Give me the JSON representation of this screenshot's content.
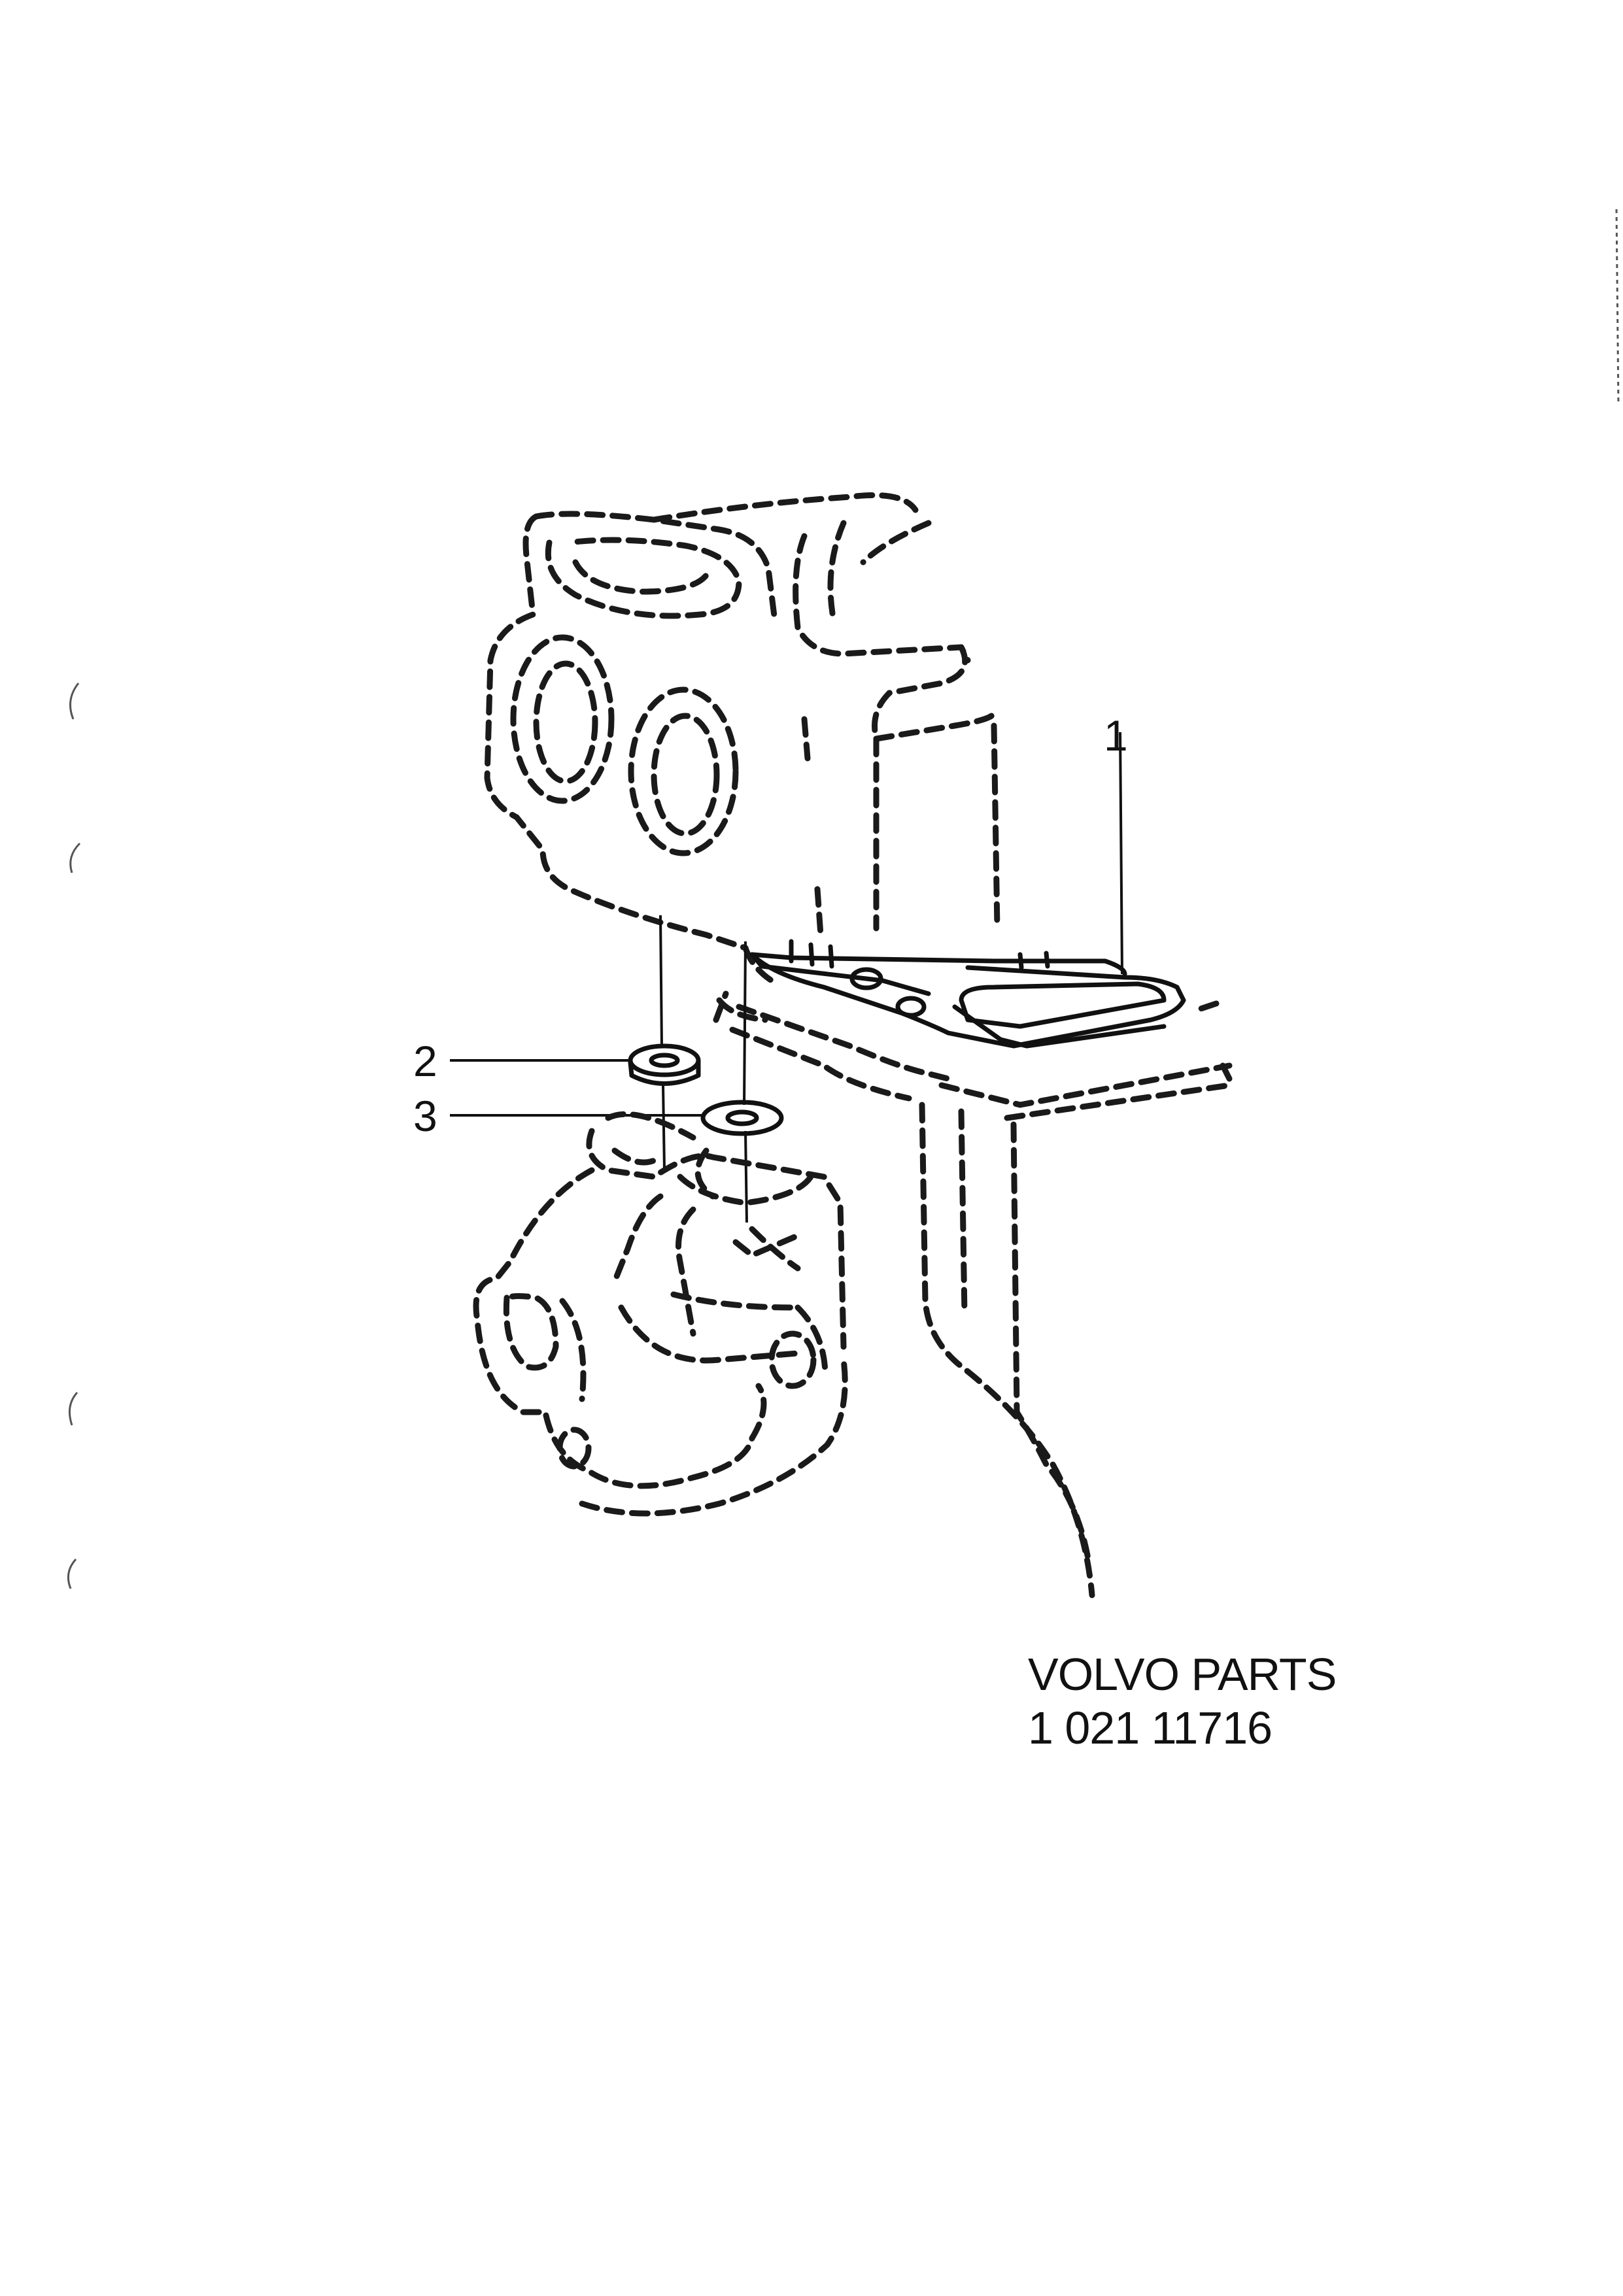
{
  "diagram": {
    "callouts": [
      {
        "number": "1",
        "part": "gasket"
      },
      {
        "number": "2",
        "part": "washer"
      },
      {
        "number": "3",
        "part": "washer"
      }
    ]
  },
  "caption": {
    "brand": "VOLVO PARTS",
    "part_number": "1 021 11716"
  },
  "colors": {
    "ink": "#111111",
    "paper": "#ffffff"
  }
}
